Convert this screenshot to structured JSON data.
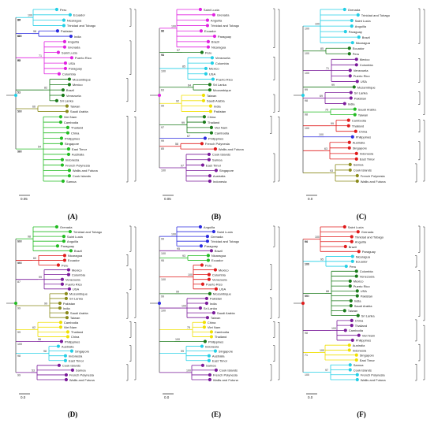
{
  "colors": {
    "green": "#22bb22",
    "cyan": "#22cfe6",
    "magenta": "#e020e0",
    "blue": "#2a2adf",
    "red": "#e01a1a",
    "yellow": "#f0e000",
    "purple": "#7a1a9a",
    "olive": "#8a8a1a",
    "dgreen": "#1a7a1a",
    "gray": "#707070",
    "black": "#000000"
  },
  "panels": [
    {
      "caption": "(A)",
      "scale_label": "0.05",
      "leaves": [
        {
          "name": "Peru",
          "c": "cyan"
        },
        {
          "name": "Ecuador",
          "c": "cyan"
        },
        {
          "name": "Nicaragua",
          "c": "cyan"
        },
        {
          "name": "Trinidad and Tobago",
          "c": "cyan"
        },
        {
          "name": "Pakistan",
          "c": "blue"
        },
        {
          "name": "India",
          "c": "blue"
        },
        {
          "name": "Anguilla",
          "c": "magenta"
        },
        {
          "name": "Grenada",
          "c": "magenta"
        },
        {
          "name": "Saint Lucia",
          "c": "magenta"
        },
        {
          "name": "Puerto Rico",
          "c": "magenta"
        },
        {
          "name": "USA",
          "c": "magenta"
        },
        {
          "name": "Paraguay",
          "c": "magenta"
        },
        {
          "name": "Colombia",
          "c": "magenta"
        },
        {
          "name": "Mozambique",
          "c": "dgreen"
        },
        {
          "name": "Mexico",
          "c": "dgreen"
        },
        {
          "name": "Brazil",
          "c": "dgreen"
        },
        {
          "name": "Venezuela",
          "c": "dgreen"
        },
        {
          "name": "Sri Lanka",
          "c": "dgreen"
        },
        {
          "name": "Taiwan",
          "c": "olive"
        },
        {
          "name": "Saudi Arabia",
          "c": "olive"
        },
        {
          "name": "Viet Nam",
          "c": "green"
        },
        {
          "name": "Cambodia",
          "c": "green"
        },
        {
          "name": "Thailand",
          "c": "green"
        },
        {
          "name": "China",
          "c": "green"
        },
        {
          "name": "Philippines",
          "c": "green"
        },
        {
          "name": "Singapore",
          "c": "green"
        },
        {
          "name": "East Timor",
          "c": "green"
        },
        {
          "name": "Australia",
          "c": "green"
        },
        {
          "name": "Indonesia",
          "c": "green"
        },
        {
          "name": "French Polynesia",
          "c": "green"
        },
        {
          "name": "Wallis and Futuna",
          "c": "green"
        },
        {
          "name": "Cook Islands",
          "c": "green"
        },
        {
          "name": "Samoa",
          "c": "green"
        }
      ],
      "bootstrap": [
        "100",
        "98",
        "71",
        "82",
        "66",
        "54",
        "84",
        "62",
        "99",
        "53",
        "51",
        "100",
        "99",
        "69",
        "72",
        "51",
        "100",
        "98",
        "87",
        "100",
        "63"
      ]
    },
    {
      "caption": "(B)",
      "scale_label": "0.05",
      "leaves": [
        {
          "name": "Saint Lucia",
          "c": "magenta"
        },
        {
          "name": "Grenada",
          "c": "magenta"
        },
        {
          "name": "Anguilla",
          "c": "magenta"
        },
        {
          "name": "Trinidad and Tobago",
          "c": "magenta"
        },
        {
          "name": "Ecuador",
          "c": "magenta"
        },
        {
          "name": "Paraguay",
          "c": "magenta"
        },
        {
          "name": "Brazil",
          "c": "magenta"
        },
        {
          "name": "Nicaragua",
          "c": "magenta"
        },
        {
          "name": "Peru",
          "c": "dgreen"
        },
        {
          "name": "Venezuela",
          "c": "cyan"
        },
        {
          "name": "Colombia",
          "c": "cyan"
        },
        {
          "name": "Mexico",
          "c": "cyan"
        },
        {
          "name": "USA",
          "c": "cyan"
        },
        {
          "name": "Puerto Rico",
          "c": "cyan"
        },
        {
          "name": "Sri Lanka",
          "c": "dgreen"
        },
        {
          "name": "Mozambique",
          "c": "dgreen"
        },
        {
          "name": "Taiwan",
          "c": "yellow"
        },
        {
          "name": "Saudi Arabia",
          "c": "yellow"
        },
        {
          "name": "India",
          "c": "yellow"
        },
        {
          "name": "Pakistan",
          "c": "yellow"
        },
        {
          "name": "China",
          "c": "dgreen"
        },
        {
          "name": "Thailand",
          "c": "dgreen"
        },
        {
          "name": "Viet Nam",
          "c": "dgreen"
        },
        {
          "name": "Cambodia",
          "c": "dgreen"
        },
        {
          "name": "Philippines",
          "c": "blue"
        },
        {
          "name": "French Polynesia",
          "c": "red"
        },
        {
          "name": "Wallis and Futuna",
          "c": "red"
        },
        {
          "name": "Cook Islands",
          "c": "purple"
        },
        {
          "name": "Samoa",
          "c": "purple"
        },
        {
          "name": "East Timor",
          "c": "purple"
        },
        {
          "name": "Singapore",
          "c": "purple"
        },
        {
          "name": "Australia",
          "c": "purple"
        },
        {
          "name": "Indonesia",
          "c": "purple"
        }
      ],
      "bootstrap": [
        "100",
        "97",
        "85",
        "64",
        "92",
        "99",
        "67",
        "58",
        "97",
        "82",
        "98",
        "100",
        "63",
        "99",
        "97",
        "99",
        "85",
        "100",
        "98",
        "91"
      ]
    },
    {
      "caption": "(C)",
      "scale_label": "0.0",
      "leaves": [
        {
          "name": "Grenada",
          "c": "cyan"
        },
        {
          "name": "Trinidad and Tobago",
          "c": "cyan"
        },
        {
          "name": "Saint Lucia",
          "c": "cyan"
        },
        {
          "name": "Anguilla",
          "c": "cyan"
        },
        {
          "name": "Paraguay",
          "c": "cyan"
        },
        {
          "name": "Brazil",
          "c": "cyan"
        },
        {
          "name": "Nicaragua",
          "c": "cyan"
        },
        {
          "name": "Ecuador",
          "c": "dgreen"
        },
        {
          "name": "Peru",
          "c": "dgreen"
        },
        {
          "name": "Mexico",
          "c": "purple"
        },
        {
          "name": "Colombia",
          "c": "purple"
        },
        {
          "name": "Venezuela",
          "c": "purple"
        },
        {
          "name": "Puerto Rico",
          "c": "purple"
        },
        {
          "name": "USA",
          "c": "purple"
        },
        {
          "name": "Mozambique",
          "c": "dgreen"
        },
        {
          "name": "Sri Lanka",
          "c": "purple"
        },
        {
          "name": "Pakistan",
          "c": "purple"
        },
        {
          "name": "India",
          "c": "purple"
        },
        {
          "name": "Saudi Arabia",
          "c": "green"
        },
        {
          "name": "Taiwan",
          "c": "green"
        },
        {
          "name": "Cambodia",
          "c": "red"
        },
        {
          "name": "Thailand",
          "c": "red"
        },
        {
          "name": "China",
          "c": "red"
        },
        {
          "name": "Philippines",
          "c": "blue"
        },
        {
          "name": "Australia",
          "c": "red"
        },
        {
          "name": "Singapore",
          "c": "red"
        },
        {
          "name": "Indonesia",
          "c": "red"
        },
        {
          "name": "East Timor",
          "c": "red"
        },
        {
          "name": "Samoa",
          "c": "olive"
        },
        {
          "name": "Cook Islands",
          "c": "olive"
        },
        {
          "name": "French Polynesia",
          "c": "olive"
        },
        {
          "name": "Wallis and Futuna",
          "c": "olive"
        }
      ],
      "bootstrap": [
        "100",
        "85",
        "71",
        "99",
        "69",
        "75",
        "99",
        "100",
        "63",
        "93",
        "100",
        "100",
        "100",
        "99",
        "98",
        "98",
        "100"
      ]
    },
    {
      "caption": "(D)",
      "scale_label": "0.0",
      "leaves": [
        {
          "name": "Grenada",
          "c": "green"
        },
        {
          "name": "Trinidad and Tobago",
          "c": "green"
        },
        {
          "name": "Saint Lucia",
          "c": "green"
        },
        {
          "name": "Anguilla",
          "c": "green"
        },
        {
          "name": "Paraguay",
          "c": "green"
        },
        {
          "name": "Brazil",
          "c": "green"
        },
        {
          "name": "Nicaragua",
          "c": "red"
        },
        {
          "name": "Ecuador",
          "c": "red"
        },
        {
          "name": "Peru",
          "c": "red"
        },
        {
          "name": "Mexico",
          "c": "purple"
        },
        {
          "name": "Colombia",
          "c": "purple"
        },
        {
          "name": "Venezuela",
          "c": "purple"
        },
        {
          "name": "Puerto Rico",
          "c": "purple"
        },
        {
          "name": "USA",
          "c": "purple"
        },
        {
          "name": "Mozambique",
          "c": "olive"
        },
        {
          "name": "Sri Lanka",
          "c": "olive"
        },
        {
          "name": "Pakistan",
          "c": "olive"
        },
        {
          "name": "India",
          "c": "olive"
        },
        {
          "name": "Saudi Arabia",
          "c": "olive"
        },
        {
          "name": "Taiwan",
          "c": "olive"
        },
        {
          "name": "Cambodia",
          "c": "yellow"
        },
        {
          "name": "Viet Nam",
          "c": "yellow"
        },
        {
          "name": "Thailand",
          "c": "yellow"
        },
        {
          "name": "China",
          "c": "yellow"
        },
        {
          "name": "Philippines",
          "c": "purple"
        },
        {
          "name": "Australia",
          "c": "cyan"
        },
        {
          "name": "Singapore",
          "c": "cyan"
        },
        {
          "name": "Indonesia",
          "c": "cyan"
        },
        {
          "name": "East Timor",
          "c": "cyan"
        },
        {
          "name": "Cook Islands",
          "c": "purple"
        },
        {
          "name": "Samoa",
          "c": "purple"
        },
        {
          "name": "French Polynesia",
          "c": "purple"
        },
        {
          "name": "Wallis and Futuna",
          "c": "purple"
        }
      ],
      "bootstrap": [
        "98",
        "60",
        "99",
        "99",
        "62",
        "96",
        "98",
        "53",
        "61",
        "100",
        "87",
        "99",
        "99",
        "100",
        "98",
        "99",
        "100",
        "99"
      ]
    },
    {
      "caption": "(E)",
      "scale_label": "0.0",
      "leaves": [
        {
          "name": "Anguilla",
          "c": "blue"
        },
        {
          "name": "Saint Lucia",
          "c": "blue"
        },
        {
          "name": "Grenada",
          "c": "blue"
        },
        {
          "name": "Trinidad and Tobago",
          "c": "blue"
        },
        {
          "name": "Paraguay",
          "c": "blue"
        },
        {
          "name": "Brazil",
          "c": "purple"
        },
        {
          "name": "Nicaragua",
          "c": "green"
        },
        {
          "name": "Ecuador",
          "c": "green"
        },
        {
          "name": "Peru",
          "c": "red"
        },
        {
          "name": "Mexico",
          "c": "red"
        },
        {
          "name": "Colombia",
          "c": "red"
        },
        {
          "name": "Venezuela",
          "c": "red"
        },
        {
          "name": "Puerto Rico",
          "c": "red"
        },
        {
          "name": "USA",
          "c": "red"
        },
        {
          "name": "Mozambique",
          "c": "dgreen"
        },
        {
          "name": "Pakistan",
          "c": "purple"
        },
        {
          "name": "India",
          "c": "purple"
        },
        {
          "name": "Sri Lanka",
          "c": "purple"
        },
        {
          "name": "Saudi Arabia",
          "c": "purple"
        },
        {
          "name": "Taiwan",
          "c": "purple"
        },
        {
          "name": "China",
          "c": "yellow"
        },
        {
          "name": "Viet Nam",
          "c": "yellow"
        },
        {
          "name": "Cambodia",
          "c": "yellow"
        },
        {
          "name": "Thailand",
          "c": "yellow"
        },
        {
          "name": "Philippines",
          "c": "dgreen"
        },
        {
          "name": "Indonesia",
          "c": "cyan"
        },
        {
          "name": "Singapore",
          "c": "cyan"
        },
        {
          "name": "Australia",
          "c": "cyan"
        },
        {
          "name": "East Timor",
          "c": "cyan"
        },
        {
          "name": "Samoa",
          "c": "purple"
        },
        {
          "name": "Cook Islands",
          "c": "purple"
        },
        {
          "name": "French Polynesia",
          "c": "purple"
        },
        {
          "name": "Wallis and Futuna",
          "c": "purple"
        }
      ],
      "bootstrap": [
        "100",
        "95",
        "93",
        "100",
        "99",
        "100",
        "75",
        "100",
        "99",
        "100",
        "99",
        "100",
        "95",
        "100",
        "99",
        "100"
      ]
    },
    {
      "caption": "(F)",
      "scale_label": "0.0",
      "leaves": [
        {
          "name": "Saint Lucia",
          "c": "red"
        },
        {
          "name": "Grenada",
          "c": "red"
        },
        {
          "name": "Trinidad and Tobago",
          "c": "red"
        },
        {
          "name": "Anguilla",
          "c": "red"
        },
        {
          "name": "Brazil",
          "c": "red"
        },
        {
          "name": "Paraguay",
          "c": "red"
        },
        {
          "name": "Nicaragua",
          "c": "cyan"
        },
        {
          "name": "Ecuador",
          "c": "cyan"
        },
        {
          "name": "Peru",
          "c": "cyan"
        },
        {
          "name": "Colombia",
          "c": "dgreen"
        },
        {
          "name": "Venezuela",
          "c": "dgreen"
        },
        {
          "name": "Mexico",
          "c": "dgreen"
        },
        {
          "name": "Puerto Rico",
          "c": "dgreen"
        },
        {
          "name": "USA",
          "c": "dgreen"
        },
        {
          "name": "Pakistan",
          "c": "dgreen"
        },
        {
          "name": "India",
          "c": "dgreen"
        },
        {
          "name": "Saudi Arabia",
          "c": "dgreen"
        },
        {
          "name": "Taiwan",
          "c": "dgreen"
        },
        {
          "name": "Sri Lanka",
          "c": "dgreen"
        },
        {
          "name": "China",
          "c": "purple"
        },
        {
          "name": "Thailand",
          "c": "purple"
        },
        {
          "name": "Cambodia",
          "c": "purple"
        },
        {
          "name": "Viet Nam",
          "c": "purple"
        },
        {
          "name": "Philippines",
          "c": "purple"
        },
        {
          "name": "Australia",
          "c": "yellow"
        },
        {
          "name": "Indonesia",
          "c": "yellow"
        },
        {
          "name": "Singapore",
          "c": "yellow"
        },
        {
          "name": "East Timor",
          "c": "yellow"
        },
        {
          "name": "Samoa",
          "c": "cyan"
        },
        {
          "name": "Cook Islands",
          "c": "cyan"
        },
        {
          "name": "French Polynesia",
          "c": "cyan"
        },
        {
          "name": "Wallis and Futuna",
          "c": "cyan"
        }
      ],
      "bootstrap": [
        "100",
        "95",
        "88",
        "100",
        "100",
        "97",
        "94",
        "100",
        "99",
        "98",
        "71",
        "100",
        "66",
        "100",
        "100"
      ]
    }
  ]
}
